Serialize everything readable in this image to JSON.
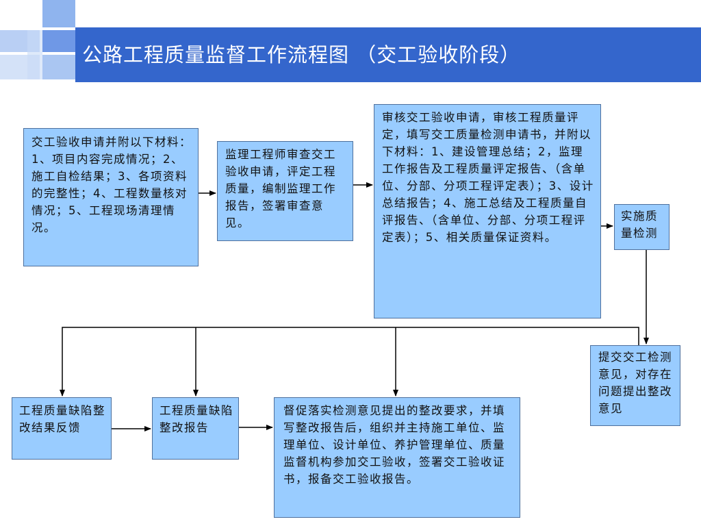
{
  "title": "公路工程质量监督工作流程图 （交工验收阶段）",
  "boxes": {
    "apply": "交工验收申请并附以下材料：1、项目内容完成情况；2、施工自检结果；3、各项资料的完整性；4、工程数量核对情况；5、工程现场清理情况。",
    "review": "监理工程师审查交工验收申请，评定工程质量，编制监理工作报告，签署审查意见。",
    "audit": "审核交工验收申请，审核工程质量评定，填写交工质量检测申请书，并附以下材料：1、建设管理总结；2，监理工作报告及工程质量评定报告、（含单位、分部、分项工程评定表）；3、设计总结报告；4、施工总结及工程质量自评报告、（含单位、分部、分项工程评定表）；5、相关质量保证资料。",
    "inspect": "实施质量检测",
    "submit": "提交交工检测意见，对存在问题提出整改意见",
    "feedback": "工程质量缺陷整改结果反馈",
    "report": "工程质量缺陷整改报告",
    "urge": "督促落实检测意见提出的整改要求，并填写整改报告后，组织并主持施工单位、监理单位、设计单位、养护管理单位、质量监督机构参加交工验收，签署交工验收证书，报备交工验收报告。"
  },
  "colors": {
    "title_bar": "#3466cc",
    "box_fill": "#99ccff",
    "box_border": "#4d6f9c",
    "connector": "#000000"
  }
}
